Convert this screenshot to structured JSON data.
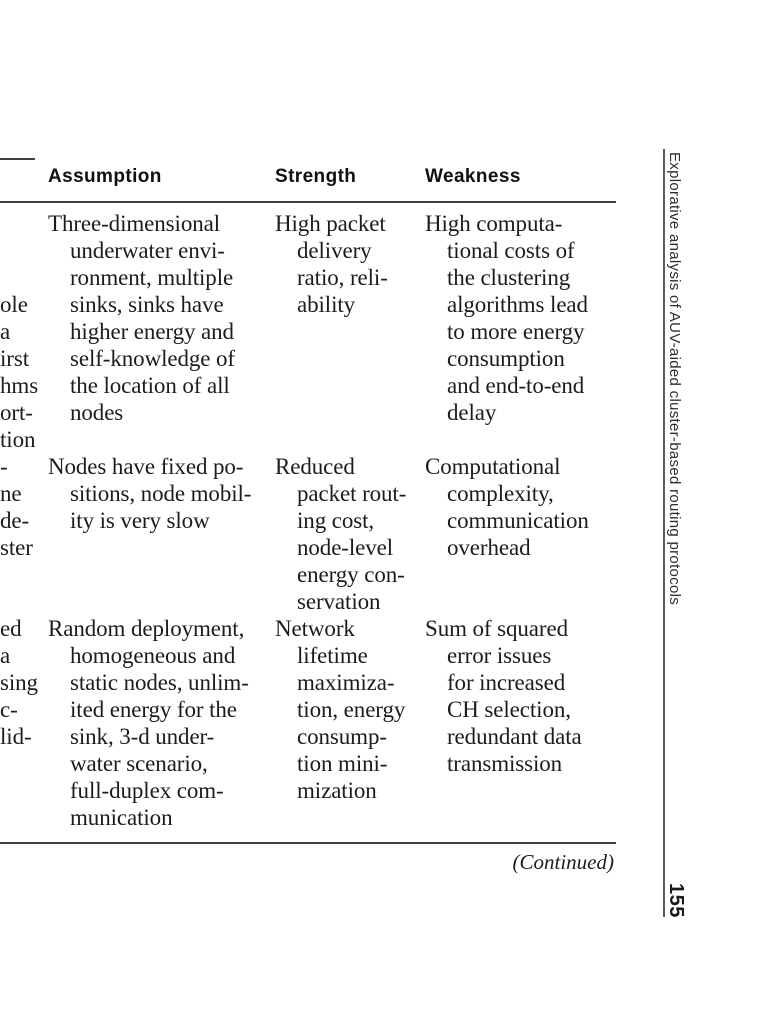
{
  "page": {
    "running_header": "Explorative analysis of AUV-aided cluster-based routing protocols",
    "page_number": "155",
    "continued_label": "(Continued)"
  },
  "table": {
    "headers": [
      {
        "label": "Assumption"
      },
      {
        "label": "Strength"
      },
      {
        "label": "Weakness"
      }
    ],
    "rows": [
      {
        "fragment": [
          "",
          "",
          "",
          "ole",
          "a",
          "irst",
          "hms",
          "ort-",
          "tion"
        ],
        "assumption": [
          "Three-dimensional",
          "underwater envi-",
          "ronment, multiple",
          "sinks, sinks have",
          "higher energy and",
          "self-knowledge of",
          "the location of all",
          "nodes"
        ],
        "strength": [
          "High packet",
          "delivery",
          "ratio, reli-",
          "ability"
        ],
        "weakness": [
          "High computa-",
          "tional costs of",
          "the clustering",
          "algorithms lead",
          "to more energy",
          "consumption",
          "and end-to-end",
          "delay"
        ]
      },
      {
        "fragment": [
          "-",
          "ne",
          "de-",
          "ster"
        ],
        "assumption": [
          "Nodes have fixed po-",
          "sitions, node mobil-",
          "ity is very slow"
        ],
        "strength": [
          "Reduced",
          "packet rout-",
          "ing cost,",
          "node-level",
          "energy con-",
          "servation"
        ],
        "weakness": [
          "Computational",
          "complexity,",
          "communication",
          "overhead"
        ]
      },
      {
        "fragment": [
          "ed",
          "a",
          "sing",
          "c-",
          "lid-"
        ],
        "assumption": [
          "Random deployment,",
          "homogeneous and",
          "static nodes, unlim-",
          "ited energy for the",
          "sink, 3-d under-",
          "water scenario,",
          "full-duplex com-",
          "munication"
        ],
        "strength": [
          "Network",
          "lifetime",
          "maximiza-",
          "tion, energy",
          "consump-",
          "tion mini-",
          "mization"
        ],
        "weakness": [
          "Sum of squared",
          "error issues",
          "for increased",
          "CH selection,",
          "redundant data",
          "transmission"
        ]
      }
    ]
  }
}
